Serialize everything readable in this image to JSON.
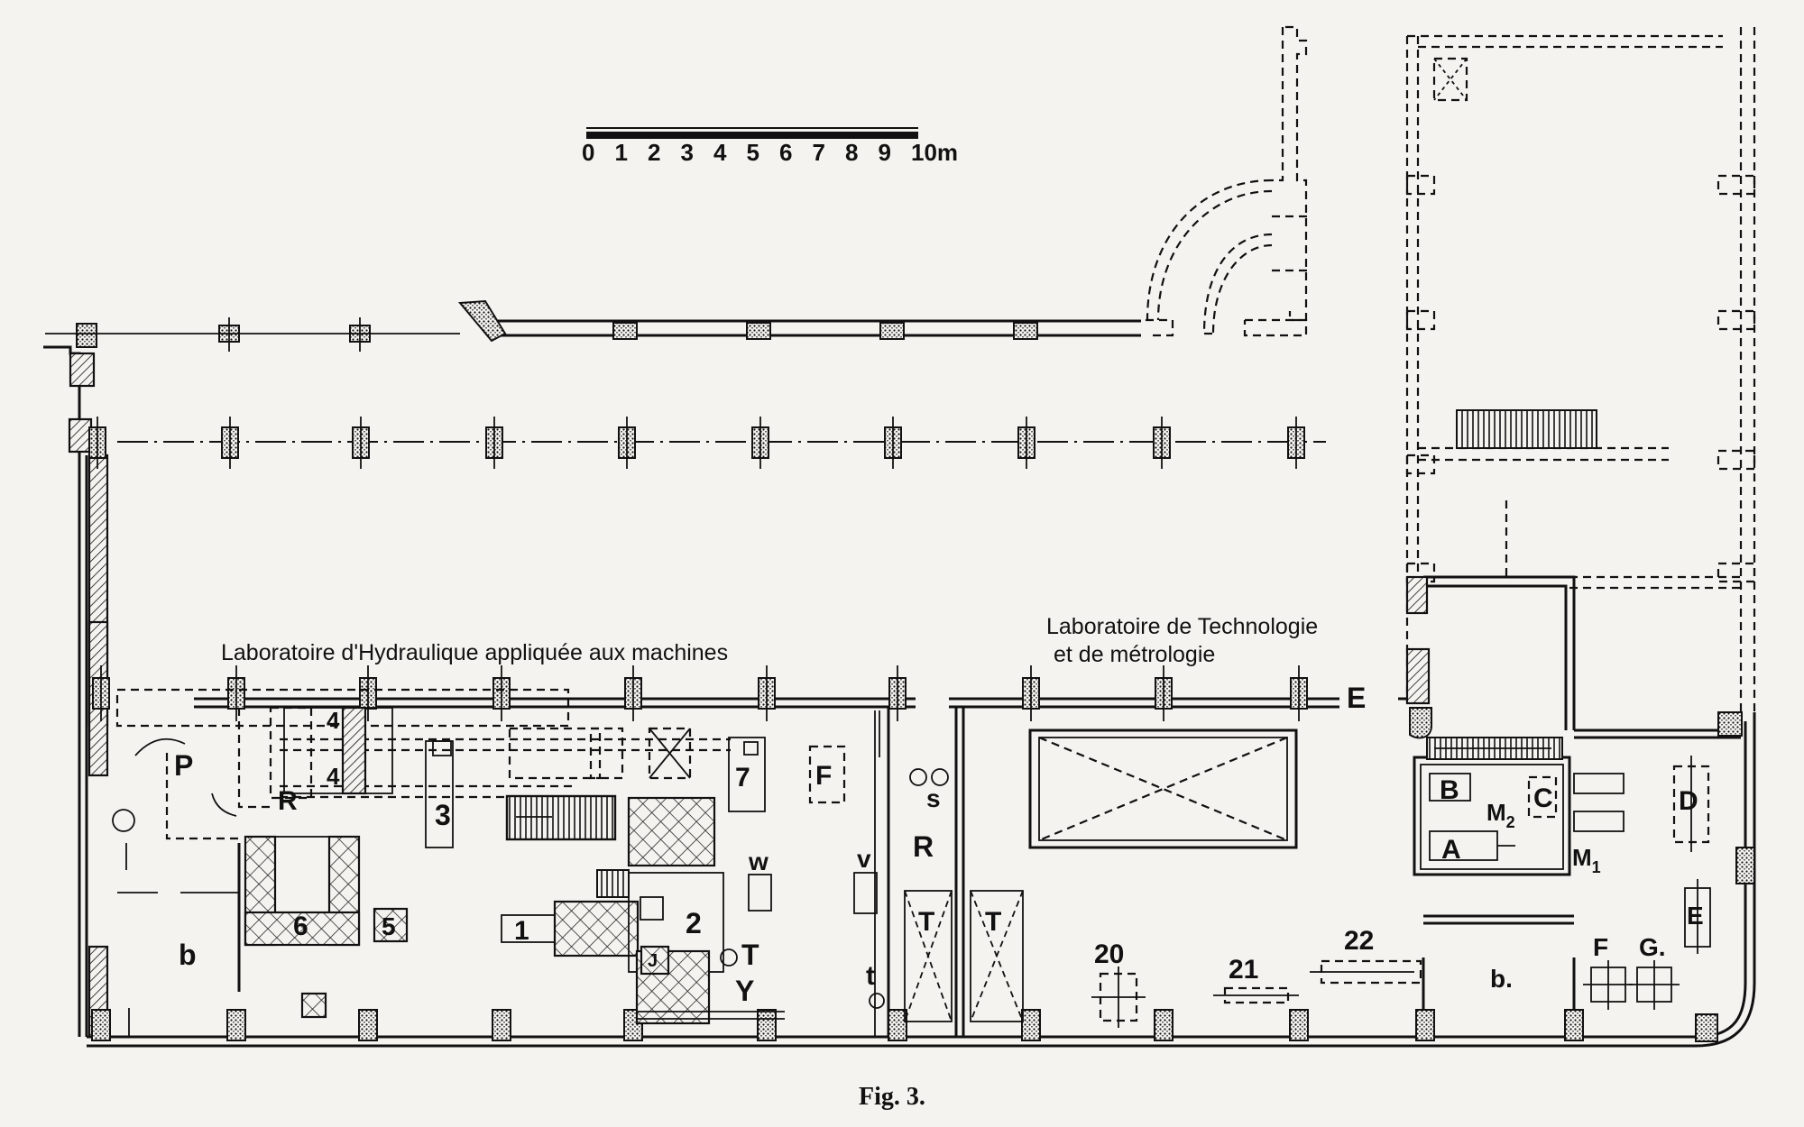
{
  "scale_bar": {
    "ticks": [
      "0",
      "1",
      "2",
      "3",
      "4",
      "5",
      "6",
      "7",
      "8",
      "9"
    ],
    "end_label": "10m"
  },
  "rooms": {
    "hydraulics": "Laboratoire  d'Hydraulique appliquée aux machines",
    "technology_line1": "Laboratoire de Technologie",
    "technology_line2": "et de métrologie"
  },
  "labels": {
    "P": "P",
    "R_left": "R",
    "b_left": "b",
    "n4": "4",
    "n4b": "4",
    "n3": "3",
    "n7": "7",
    "F_top": "F",
    "n6": "6",
    "n5": "5",
    "n1": "1",
    "n2": "2",
    "J": "J",
    "T_left": "T",
    "Y": "Y",
    "w": "w",
    "v": "v",
    "s": "s",
    "R_mid": "R",
    "t": "t",
    "T1": "T",
    "T2": "T",
    "n20": "20",
    "n21": "21",
    "n22": "22",
    "E_top": "E",
    "B": "B",
    "C": "C",
    "M2_main": "M",
    "M2_sub": "2",
    "A": "A",
    "M1_main": "M",
    "M1_sub": "1",
    "D": "D",
    "E_right": "E",
    "F_right": "F",
    "G": "G.",
    "b_right": "b."
  },
  "caption": "Fig. 3."
}
